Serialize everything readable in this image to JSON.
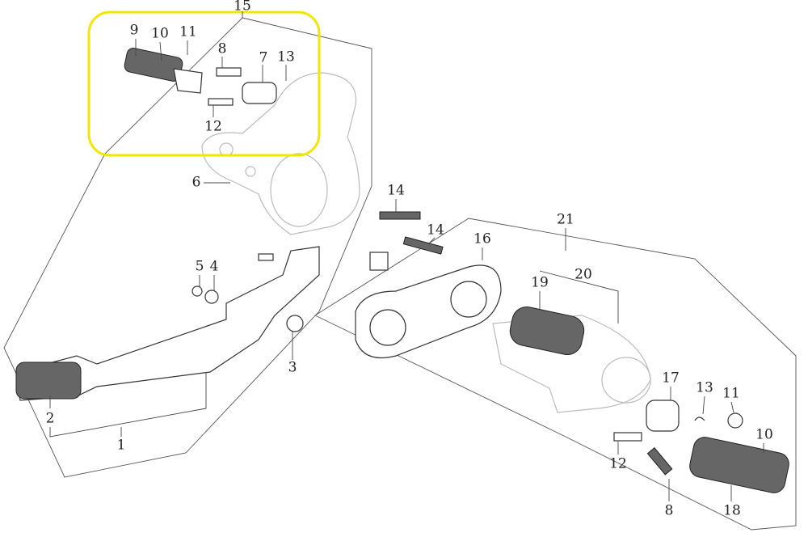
{
  "highlight_color": "#f2e600",
  "callouts": [
    {
      "id": "15",
      "text": "15"
    },
    {
      "id": "9",
      "text": "9"
    },
    {
      "id": "10a",
      "text": "10"
    },
    {
      "id": "11a",
      "text": "11"
    },
    {
      "id": "8a",
      "text": "8"
    },
    {
      "id": "7",
      "text": "7"
    },
    {
      "id": "13a",
      "text": "13"
    },
    {
      "id": "12a",
      "text": "12"
    },
    {
      "id": "6",
      "text": "6"
    },
    {
      "id": "14a",
      "text": "14"
    },
    {
      "id": "14b",
      "text": "14"
    },
    {
      "id": "5",
      "text": "5"
    },
    {
      "id": "4",
      "text": "4"
    },
    {
      "id": "3",
      "text": "3"
    },
    {
      "id": "2",
      "text": "2"
    },
    {
      "id": "1",
      "text": "1"
    },
    {
      "id": "16",
      "text": "16"
    },
    {
      "id": "21",
      "text": "21"
    },
    {
      "id": "19",
      "text": "19"
    },
    {
      "id": "20",
      "text": "20"
    },
    {
      "id": "17",
      "text": "17"
    },
    {
      "id": "13b",
      "text": "13"
    },
    {
      "id": "11b",
      "text": "11"
    },
    {
      "id": "10b",
      "text": "10"
    },
    {
      "id": "12b",
      "text": "12"
    },
    {
      "id": "8b",
      "text": "8"
    },
    {
      "id": "18",
      "text": "18"
    }
  ]
}
